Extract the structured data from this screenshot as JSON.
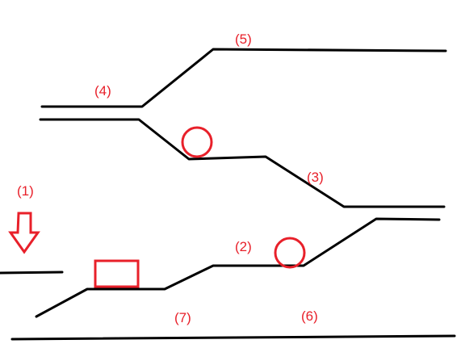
{
  "labels": {
    "l1": "(1)",
    "l2": "(2)",
    "l3": "(3)",
    "l4": "(4)",
    "l5": "(5)",
    "l6": "(6)",
    "l7": "(7)"
  },
  "colors": {
    "line": "#000000",
    "annotation": "#e8202a",
    "background": "#ffffff"
  },
  "icons": {
    "arrow": "down-arrow-icon",
    "rectangle": "rectangle-marker",
    "circles": "circle-marker"
  }
}
